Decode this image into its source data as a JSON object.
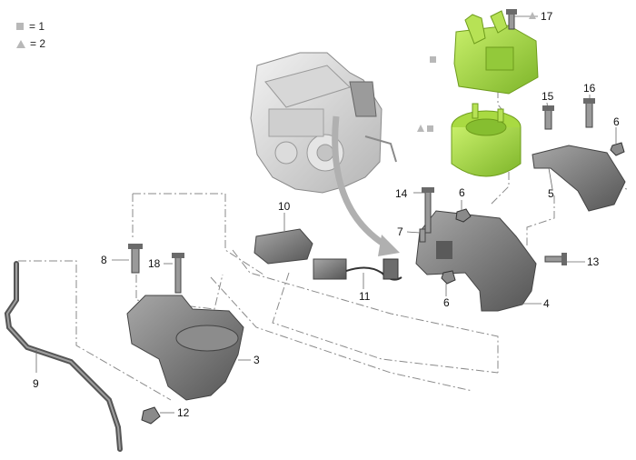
{
  "legend": [
    {
      "symbol": "square",
      "text": "= 1"
    },
    {
      "symbol": "triangle",
      "text": "= 2"
    }
  ],
  "callouts": {
    "c3": "3",
    "c4": "4",
    "c5": "5",
    "c6a": "6",
    "c6b": "6",
    "c6c": "6",
    "c7": "7",
    "c8": "8",
    "c9": "9",
    "c10": "10",
    "c11": "11",
    "c12": "12",
    "c13": "13",
    "c14": "14",
    "c15": "15",
    "c16": "16",
    "c17": "17",
    "c18": "18"
  },
  "colors": {
    "highlight_part": "#a6d93a",
    "highlight_dark": "#6e9c1c",
    "part_grey": "#7d7d7d",
    "part_dark": "#4a4a4a",
    "leader": "#6a6a6a",
    "arrow": "#9a9a9a"
  }
}
